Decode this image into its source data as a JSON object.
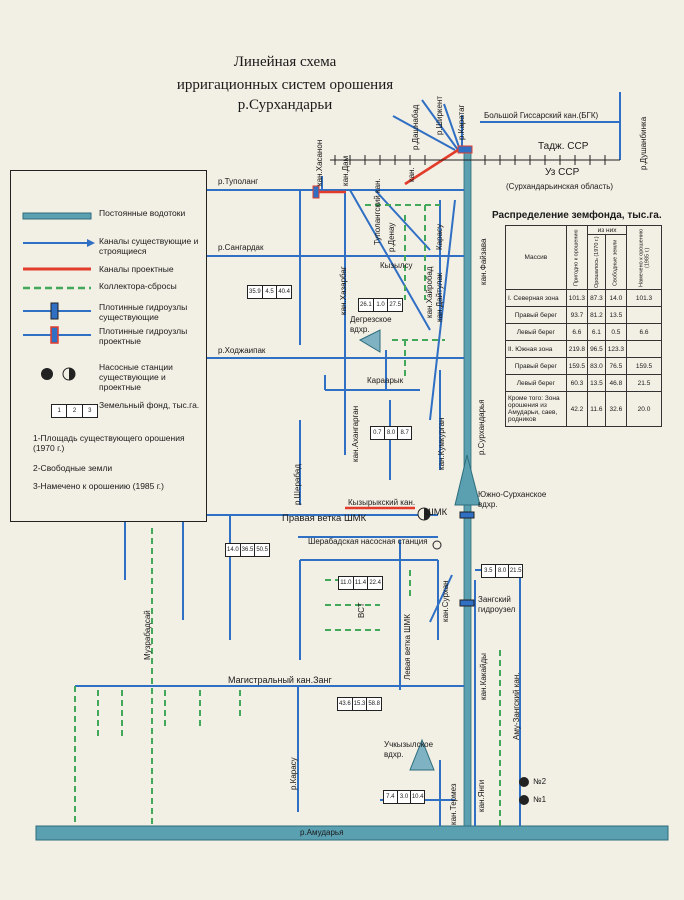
{
  "title": {
    "line1": "Линейная схема",
    "line2": "ирригационных систем орошения",
    "line3": "р.Сурхандарьи"
  },
  "colors": {
    "river": "#5aa0b0",
    "canal": "#2f6fc4",
    "project": "#e23c2b",
    "collector": "#43a85a",
    "bg": "#f2efe4"
  },
  "legend": {
    "river": "Постоянные водотоки",
    "canal": "Каналы существующие и строящиеся",
    "project": "Каналы проектные",
    "collector": "Коллектора-сбросы",
    "dam_existing": "Плотинные гидроузлы существующие",
    "dam_project": "Плотинные гидроузлы проектные",
    "pumps": "Насосные станции существующие и проектные",
    "land_fund": "Земельный фонд, тыс.га.",
    "box": [
      "1",
      "2",
      "3"
    ],
    "note1": "1-Площадь существующего орошения (1970 г.)",
    "note2": "2-Свободные земли",
    "note3": "3-Намечено к орошению (1985 г.)"
  },
  "labels": {
    "bgk": "Большой Гиссарский кан.(БГК)",
    "tadj": "Тадж. ССР",
    "uz": "Уз ССР",
    "region": "(Сурхандарьинская область)",
    "tupolang": "р.Туполанг",
    "sangardak": "р.Сангардак",
    "khodzhaipak": "р.Ходжаипак",
    "kyzylsu": "Кызылсу",
    "karaaryk": "Караарык",
    "degrez": "Дегрезское вдхр.",
    "shmk_right": "Правая ветка ШМК",
    "shmk": "ШМК",
    "kyzyryk": "Кызырыкский кан.",
    "sherabad_pump": "Шерабадская насосная станция",
    "south_res": "Южно-Сурханское вдхр.",
    "zang_hydro": "Зангский гидроузел",
    "mag_zang": "Магистральный кан.Занг",
    "uchkyzyl": "Учкызылское вдхр.",
    "amudarya": "р.Амударья",
    "pump2": "№2",
    "pump1": "№1",
    "dushanbinka": "р.Душанбинка",
    "karatag": "р.Каратаг",
    "shirkent": "р.Ширкент",
    "dashnabad": "р.Дашнабад",
    "khasanon": "кан.Хасанон",
    "dam": "кан.Дам",
    "tupolang_kan": "Туполангский кан.",
    "kan_mid": "кан.",
    "denau": "р.Денау",
    "karasu_n": "Карасу",
    "faizava": "кан.Файзава",
    "khazarbag": "кан.Хазарбаг",
    "khairobad": "кан.Хайробад",
    "daitulak": "кан.Дайтулак",
    "akhangaran": "кан.Ахангарган",
    "kumkurgan": "кан.Кумкурган",
    "surkhandarya": "р.Сурхандарья",
    "sherabad": "р.Шерабад",
    "vst": "ВСТ",
    "left_shmk": "Левая ветка ШМК",
    "surkhan_kan": "кан.Сурхан",
    "muzrabad": "Музрабадсай",
    "karasu_s": "р.Карасу",
    "kakaidy": "кан.Какайды",
    "amu_zang": "Аму-Зангский кан.",
    "yangi": "кан.Янги",
    "termez": "кан.Термез"
  },
  "fund_boxes": [
    {
      "id": "b1",
      "v": [
        "35.9",
        "4.5",
        "40.4"
      ]
    },
    {
      "id": "b2",
      "v": [
        "26.1",
        "1.0",
        "27.5"
      ]
    },
    {
      "id": "b3",
      "v": [
        "0.7",
        "8.0",
        "8.7"
      ]
    },
    {
      "id": "b4",
      "v": [
        "14.0",
        "36.5",
        "50.5"
      ]
    },
    {
      "id": "b5",
      "v": [
        "11.0",
        "11.4",
        "22.4"
      ]
    },
    {
      "id": "b6",
      "v": [
        "43.6",
        "15.3",
        "58.8"
      ]
    },
    {
      "id": "b7",
      "v": [
        "7.4",
        "3.0",
        "10.4"
      ]
    },
    {
      "id": "b8",
      "v": [
        "3.5",
        "8.0",
        "21.5"
      ]
    }
  ],
  "table": {
    "title": "Распределение земфонда, тыс.га.",
    "head_massiv": "Массив",
    "head_group": "из них",
    "cols": [
      "Пригодно к орошению",
      "Орошалось (1970 г.)",
      "Свободные земли",
      "Намечено к орошению (1985 г.)"
    ],
    "rows": [
      {
        "name": "I. Северная зона",
        "v": [
          "101.3",
          "87.3",
          "14.0",
          "101.3"
        ]
      },
      {
        "name": "Правый берег",
        "v": [
          "93.7",
          "81.2",
          "13.5",
          ""
        ]
      },
      {
        "name": "Левый берег",
        "v": [
          "6.6",
          "6.1",
          "0.5",
          "6.6"
        ]
      },
      {
        "name": "II. Южная зона",
        "v": [
          "219.8",
          "96.5",
          "123.3",
          ""
        ]
      },
      {
        "name": "Правый берег",
        "v": [
          "159.5",
          "83.0",
          "76.5",
          "159.5"
        ]
      },
      {
        "name": "Левый берег",
        "v": [
          "60.3",
          "13.5",
          "46.8",
          "21.5"
        ]
      },
      {
        "name": "Кроме того: Зона орошения из Амударьи, саев, родников",
        "v": [
          "42.2",
          "11.6",
          "32.6",
          "20.0"
        ]
      }
    ]
  }
}
